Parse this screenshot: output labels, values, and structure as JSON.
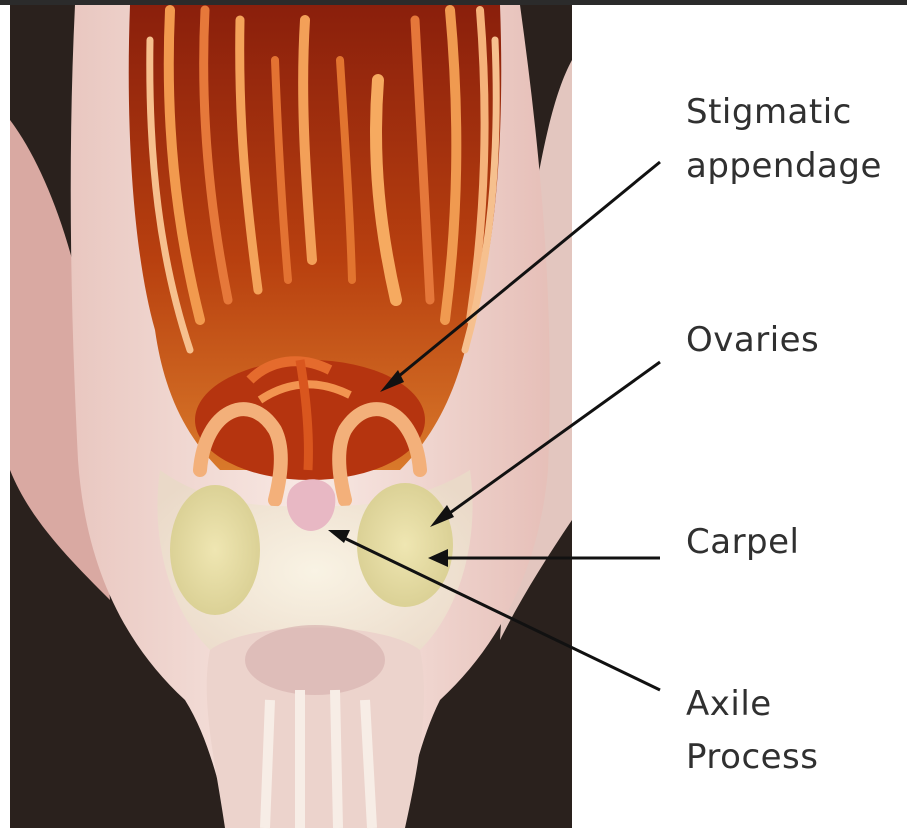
{
  "figure": {
    "labels": {
      "stigmatic_line1": "Stigmatic",
      "stigmatic_line2": "appendage",
      "ovaries": "Ovaries",
      "carpel": "Carpel",
      "axile_line1": "Axile",
      "axile_line2": "Process"
    },
    "colors": {
      "background_dark": "#2a211d",
      "label_text": "#303030",
      "arrow": "#111111",
      "florets_deep": "#8a1f0c",
      "florets_orange": "#e06a2a",
      "bract_pink": "#f0d2cd",
      "receptacle_cream": "#f4efd8",
      "ovary_yellow": "#e2d89a"
    }
  }
}
